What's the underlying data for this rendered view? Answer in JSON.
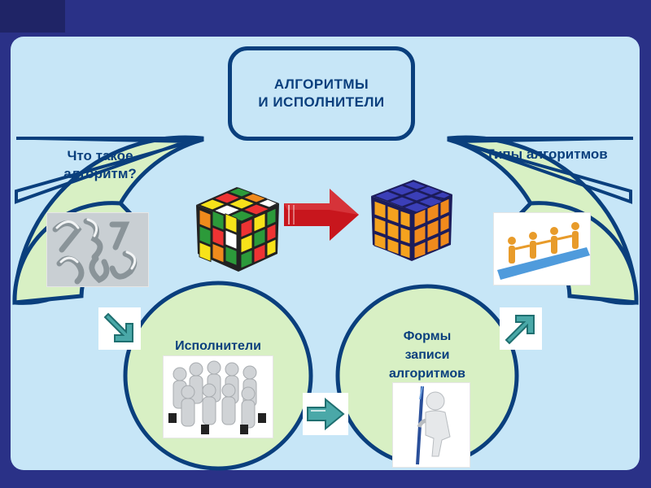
{
  "title": {
    "line1": "АЛГОРИТМЫ",
    "line2": "И ИСПОЛНИТЕЛИ"
  },
  "sections": {
    "what_is_algorithm": {
      "line1": "Что такое",
      "line2": "алгоритм?"
    },
    "algorithm_types": "Типы алгоритмов",
    "executors": "Исполнители",
    "forms": {
      "line1": "Формы",
      "line2": "записи",
      "line3": "алгоритмов"
    }
  },
  "icons": {
    "arrow_down_right": "arrow-down-right-icon",
    "arrow_up_right": "arrow-up-right-icon",
    "arrow_right": "arrow-right-icon",
    "big_arrow": "big-red-arrow-icon"
  },
  "colors": {
    "background_frame": "#2a3187",
    "slide_bg": "#c7e6f7",
    "circle_fill": "#d8f0c4",
    "outline": "#0a3f7d",
    "text": "#0a3f7d",
    "arrow_red": "#c8161d",
    "arrow_teal": "#4aa8a8"
  }
}
